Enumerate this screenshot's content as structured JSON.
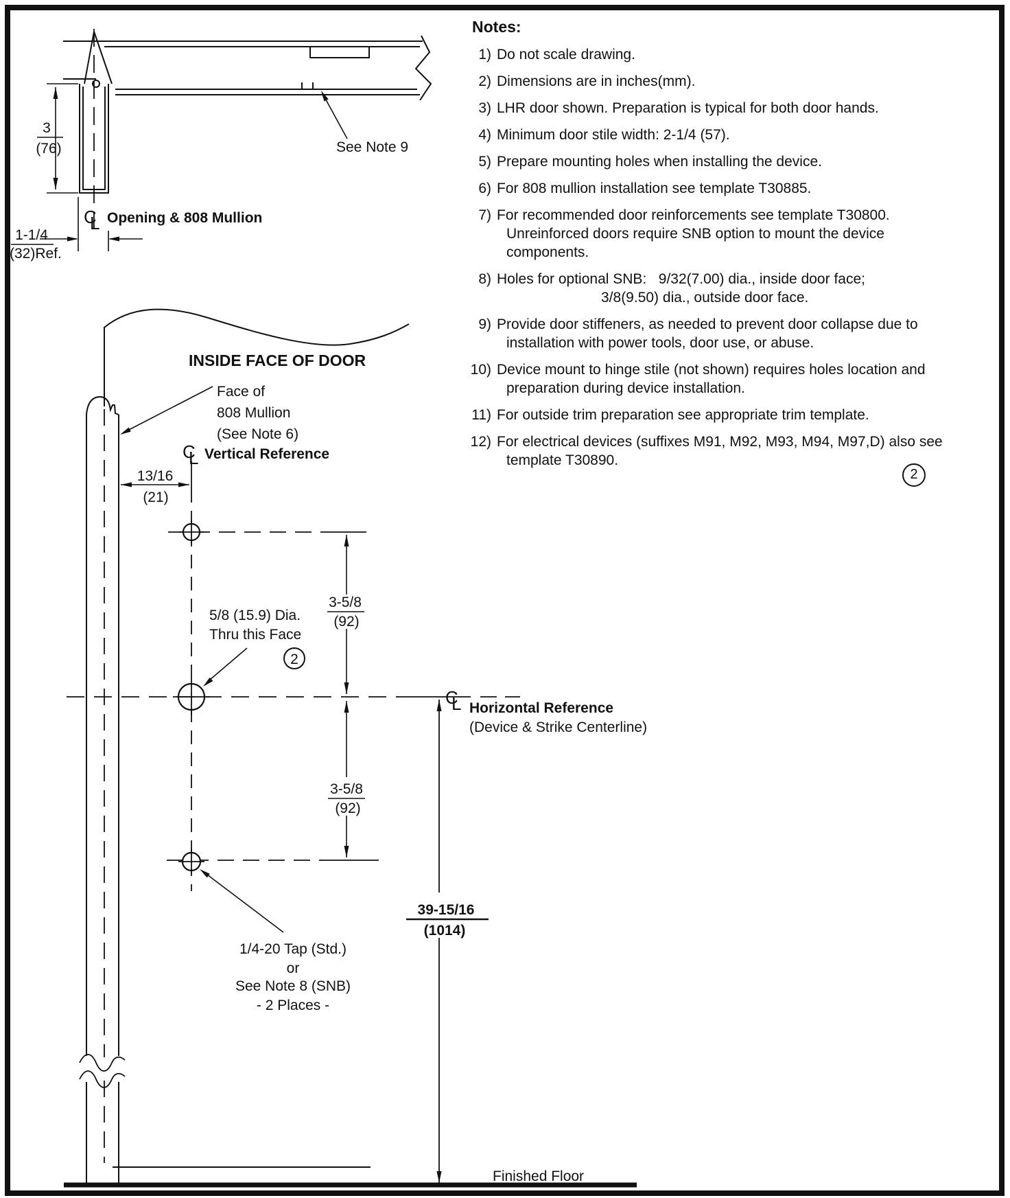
{
  "symbols": {
    "centerline_c": "C",
    "centerline_l": "L",
    "badge_2": "2"
  },
  "notes": {
    "title": "Notes:",
    "items": [
      {
        "num": "1)",
        "lines": [
          "Do not scale drawing."
        ]
      },
      {
        "num": "2)",
        "lines": [
          "Dimensions are in inches(mm)."
        ]
      },
      {
        "num": "3)",
        "lines": [
          "LHR door shown. Preparation is typical for both door hands."
        ]
      },
      {
        "num": "4)",
        "lines": [
          "Minimum door stile width: 2-1/4 (57)."
        ]
      },
      {
        "num": "5)",
        "lines": [
          "Prepare mounting holes when installing the device."
        ]
      },
      {
        "num": "6)",
        "lines": [
          "For 808 mullion installation see template T30885."
        ]
      },
      {
        "num": "7)",
        "lines": [
          "For recommended door reinforcements see template T30800.",
          "Unreinforced doors require SNB option to mount the device",
          "components."
        ]
      },
      {
        "num": "8)",
        "lines": [
          "Holes for optional SNB:   9/32(7.00) dia., inside door face;",
          "3/8(9.50) dia., outside door face."
        ]
      },
      {
        "num": "9)",
        "lines": [
          "Provide door stiffeners, as needed to prevent door collapse due to",
          "installation with power tools, door use, or abuse."
        ]
      },
      {
        "num": "10)",
        "lines": [
          "Device mount to hinge stile (not shown) requires holes location and",
          "preparation during device installation."
        ]
      },
      {
        "num": "11)",
        "lines": [
          "For outside trim preparation see appropriate trim template."
        ]
      },
      {
        "num": "12)",
        "lines": [
          "For electrical devices (suffixes M91, M92, M93, M94, M97,D) also see",
          "template T30890."
        ]
      }
    ]
  },
  "head_section": {
    "see_note_9": "See Note 9",
    "dim_3": "3",
    "dim_76": "(76)",
    "cl_opening_label": "Opening & 808 Mullion",
    "dim_1_14": "1-1/4",
    "dim_32ref": "(32)Ref."
  },
  "elevation": {
    "inside_face": "INSIDE FACE OF DOOR",
    "face_of_1": "Face of",
    "face_of_2": "808 Mullion",
    "face_of_3": "(See Note 6)",
    "vertical_reference": "Vertical Reference",
    "dim_13_16": "13/16",
    "dim_21": "(21)",
    "dia_label_1": "5/8 (15.9) Dia.",
    "dia_label_2": "Thru this Face",
    "dim_3_58_upper": "3-5/8",
    "dim_92_upper": "(92)",
    "dim_3_58_lower": "3-5/8",
    "dim_92_lower": "(92)",
    "horizontal_reference": "Horizontal Reference",
    "horizontal_reference_sub": "(Device & Strike Centerline)",
    "dim_39_1516": "39-15/16",
    "dim_1014": "(1014)",
    "tap_label_1": "1/4-20 Tap (Std.)",
    "tap_label_2": "or",
    "tap_label_3": "See Note 8 (SNB)",
    "tap_label_4": "- 2 Places -",
    "finished_floor": "Finished Floor"
  }
}
